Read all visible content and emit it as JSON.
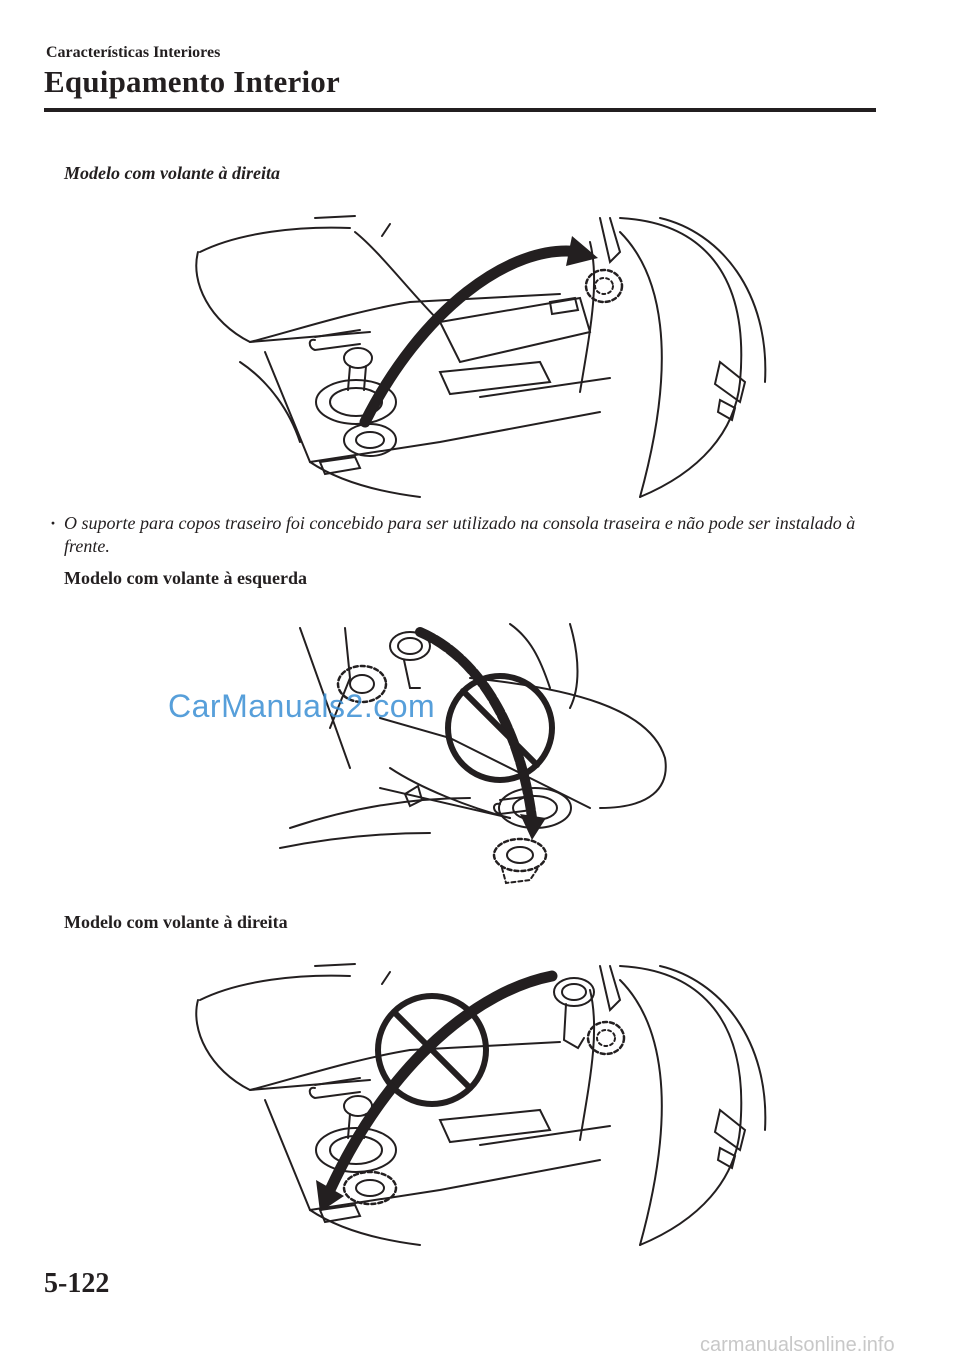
{
  "header": {
    "section": "Características Interiores",
    "title": "Equipamento Interior"
  },
  "figures": [
    {
      "caption": "Modelo com volante à direita"
    },
    {
      "caption": "Modelo com volante à esquerda"
    },
    {
      "caption": "Modelo com volante à direita"
    }
  ],
  "note": {
    "bullet": "·",
    "text": "O suporte para copos traseiro foi concebido para ser utilizado na consola traseira e não pode ser instalado à frente."
  },
  "watermark": "CarManuals2.com",
  "footer": {
    "page_number": "5-122",
    "site": "carmanualsonline.info"
  }
}
